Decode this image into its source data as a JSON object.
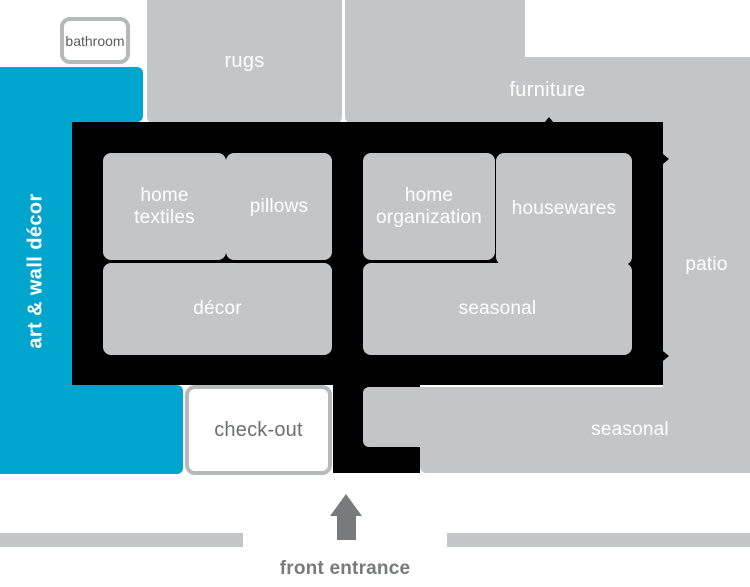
{
  "colors": {
    "accent_cyan": "#00a5cd",
    "area_gray": "#c4c5c7",
    "wall_black": "#000000",
    "box_border_gray": "#b6b8ba",
    "dark_label_gray": "#6d6e71",
    "entrance_gray": "#797a7d",
    "label_white": "#ffffff"
  },
  "areas": {
    "bathroom": {
      "label": "bathroom"
    },
    "rugs": {
      "label": "rugs"
    },
    "furniture": {
      "label": "furniture"
    },
    "art_wall_decor": {
      "label": "art & wall décor"
    },
    "home_textiles": {
      "label": "home textiles"
    },
    "pillows": {
      "label": "pillows"
    },
    "decor": {
      "label": "décor"
    },
    "home_organization": {
      "label": "home organization"
    },
    "housewares": {
      "label": "housewares"
    },
    "seasonal_inner": {
      "label": "seasonal"
    },
    "patio": {
      "label": "patio"
    },
    "seasonal_outer": {
      "label": "seasonal"
    },
    "checkout": {
      "label": "check-out"
    }
  },
  "entrance": {
    "label": "front entrance",
    "arrow_icon": "up-arrow"
  }
}
